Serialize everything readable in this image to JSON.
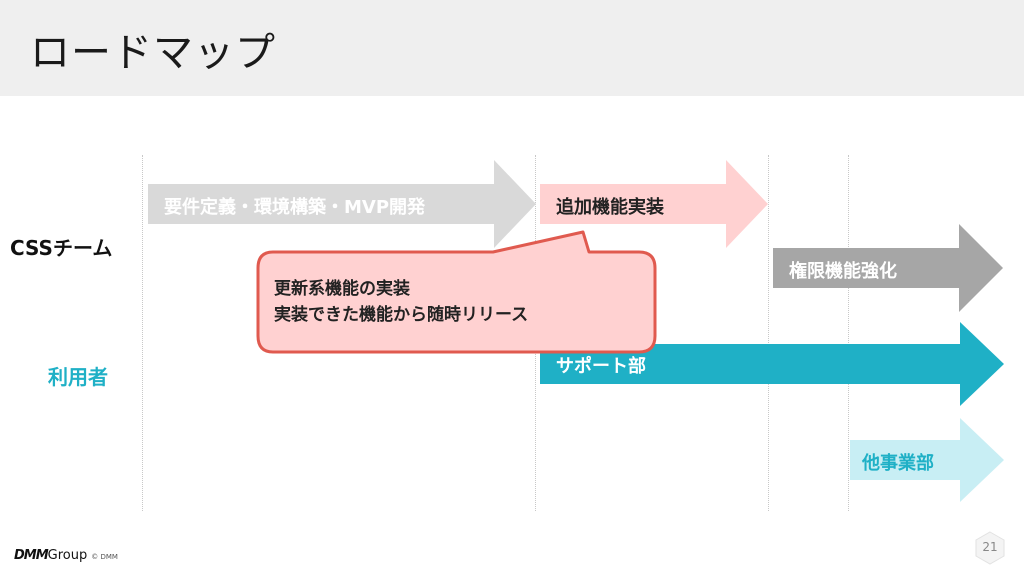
{
  "title": "ロードマップ",
  "rows": {
    "css_team": "CSSチーム",
    "users": "利用者"
  },
  "arrows": {
    "phase1": "要件定義・環境構築・MVP開発",
    "phase2": "追加機能実装",
    "phase3": "権限機能強化",
    "support": "サポート部",
    "other": "他事業部"
  },
  "callout": {
    "line1": "更新系機能の実装",
    "line2": "実装できた機能から随時リリース"
  },
  "footer": {
    "brand": "DMM",
    "group": "Group",
    "copyright": "© DMM"
  },
  "page_number": "21",
  "colors": {
    "phase1": "#d9d9d9",
    "phase2": "#ffd1d1",
    "phase3": "#a6a6a6",
    "support": "#1fb0c6",
    "other": "#c8eef4",
    "users_label": "#1fb0c6",
    "callout_border": "#e05a4f"
  }
}
